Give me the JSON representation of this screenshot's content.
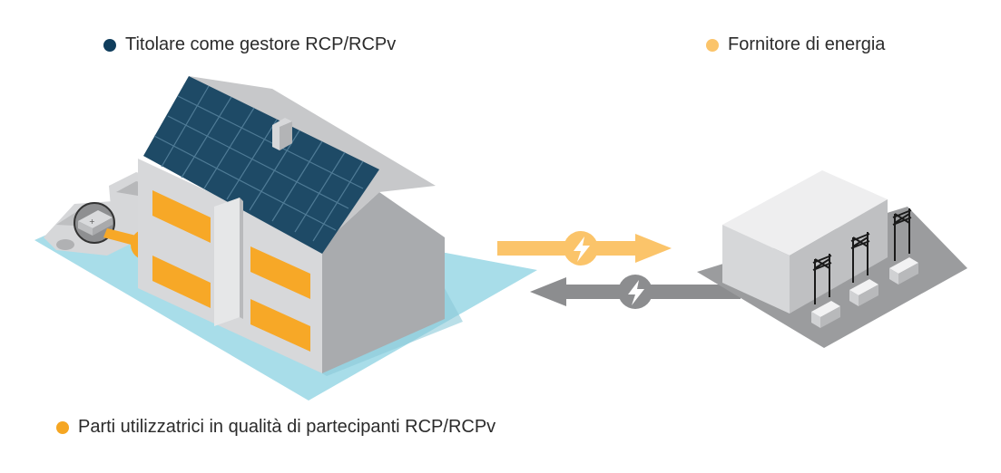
{
  "legend": {
    "owner": {
      "label": "Titolare come gestore RCP/RCPv",
      "color": "#0f3d5c"
    },
    "supplier": {
      "label": "Fornitore di energia",
      "color": "#fbc46a"
    },
    "users": {
      "label": "Parti utilizzatrici in qualità di partecipanti RCP/RCPv",
      "color": "#f5a623"
    }
  },
  "colors": {
    "ground": "#a8dde9",
    "roof_solar": "#1e4a66",
    "wall": "#cfd0d2",
    "wall_dark": "#a9abae",
    "window": "#f7a827",
    "arrow_export": "#fbc46a",
    "arrow_import": "#8c8d8f",
    "substation_ground": "#9b9c9e",
    "substation_building": "#e6e7e8"
  },
  "icons": {
    "lightning": "lightning-bolt-icon",
    "battery": "battery-icon"
  }
}
